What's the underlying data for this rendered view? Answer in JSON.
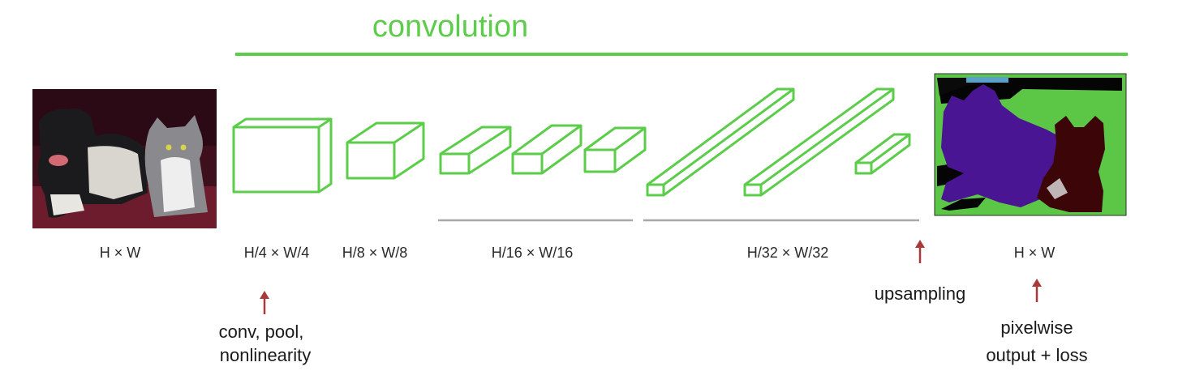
{
  "title": "convolution",
  "colors": {
    "accent_green": "#5ccd4a",
    "arrow_red": "#a83a3a",
    "group_line": "#a8a8a8",
    "seg_purple": "#4a1592",
    "seg_maroon": "#3c0608",
    "seg_green": "#5cc646",
    "seg_blue": "#5aa0c8"
  },
  "labels": {
    "input": "H × W",
    "stage1": "H/4 × W/4",
    "stage2": "H/8 × W/8",
    "stage3": "H/16 × W/16",
    "stage4": "H/32 × W/32",
    "output": "H × W"
  },
  "annotations": {
    "conv_line1": "conv, pool,",
    "conv_line2": "nonlinearity",
    "upsampling": "upsampling",
    "pixel_line1": "pixelwise",
    "pixel_line2": "output + loss"
  },
  "icons": [
    "red-up-arrow-icon"
  ]
}
